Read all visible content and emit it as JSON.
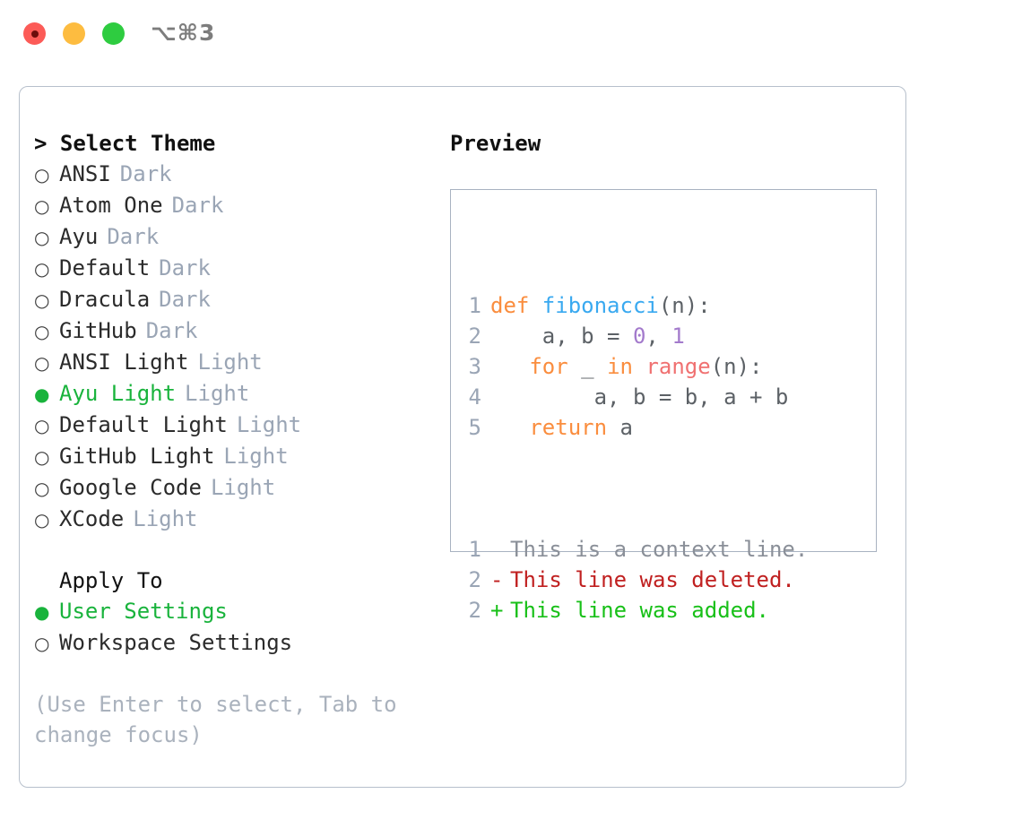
{
  "titlebar": {
    "shortcut": "⌥⌘3",
    "buttons": [
      {
        "name": "close",
        "color": "#fc5b57"
      },
      {
        "name": "minimize",
        "color": "#fdbc40"
      },
      {
        "name": "zoom",
        "color": "#2ecc40"
      }
    ]
  },
  "theme_picker": {
    "header": "> Select Theme",
    "options": [
      {
        "marker": "○",
        "label": "ANSI",
        "kind": "Dark",
        "selected": false
      },
      {
        "marker": "○",
        "label": "Atom One",
        "kind": "Dark",
        "selected": false
      },
      {
        "marker": "○",
        "label": "Ayu",
        "kind": "Dark",
        "selected": false
      },
      {
        "marker": "○",
        "label": "Default",
        "kind": "Dark",
        "selected": false
      },
      {
        "marker": "○",
        "label": "Dracula",
        "kind": "Dark",
        "selected": false
      },
      {
        "marker": "○",
        "label": "GitHub",
        "kind": "Dark",
        "selected": false
      },
      {
        "marker": "○",
        "label": "ANSI Light",
        "kind": "Light",
        "selected": false
      },
      {
        "marker": "●",
        "label": "Ayu Light",
        "kind": "Light",
        "selected": true
      },
      {
        "marker": "○",
        "label": "Default Light",
        "kind": "Light",
        "selected": false
      },
      {
        "marker": "○",
        "label": "GitHub Light",
        "kind": "Light",
        "selected": false
      },
      {
        "marker": "○",
        "label": "Google Code",
        "kind": "Light",
        "selected": false
      },
      {
        "marker": "○",
        "label": "XCode",
        "kind": "Light",
        "selected": false
      }
    ]
  },
  "apply_to": {
    "header": "Apply To",
    "options": [
      {
        "marker": "●",
        "label": "User Settings",
        "selected": true
      },
      {
        "marker": "○",
        "label": "Workspace Settings",
        "selected": false
      }
    ]
  },
  "hint": "(Use Enter to select, Tab to change focus)",
  "preview": {
    "title": "Preview",
    "code_lines": [
      {
        "number": "1",
        "tokens": [
          {
            "text": "def ",
            "type": "kw"
          },
          {
            "text": "fibonacci",
            "type": "fn"
          },
          {
            "text": "(n):",
            "type": "punc"
          }
        ]
      },
      {
        "number": "2",
        "tokens": [
          {
            "text": "    a, b = ",
            "type": "id"
          },
          {
            "text": "0",
            "type": "num"
          },
          {
            "text": ", ",
            "type": "id"
          },
          {
            "text": "1",
            "type": "num"
          }
        ]
      },
      {
        "number": "3",
        "tokens": [
          {
            "text": "   ",
            "type": "id"
          },
          {
            "text": "for",
            "type": "kw"
          },
          {
            "text": " _ ",
            "type": "id"
          },
          {
            "text": "in",
            "type": "kw"
          },
          {
            "text": " ",
            "type": "id"
          },
          {
            "text": "range",
            "type": "call"
          },
          {
            "text": "(n):",
            "type": "punc"
          }
        ]
      },
      {
        "number": "4",
        "tokens": [
          {
            "text": "        a, b = b, a + b",
            "type": "id"
          }
        ]
      },
      {
        "number": "5",
        "tokens": [
          {
            "text": "   ",
            "type": "id"
          },
          {
            "text": "return",
            "type": "kw"
          },
          {
            "text": " a",
            "type": "id"
          }
        ]
      }
    ],
    "diff_lines": [
      {
        "number": "1",
        "mark": " ",
        "text": "This is a context line.",
        "type": "ctx"
      },
      {
        "number": "2",
        "mark": "-",
        "text": "This line was deleted.",
        "type": "del"
      },
      {
        "number": "2",
        "mark": "+",
        "text": "This line was added.",
        "type": "add"
      }
    ]
  },
  "colors": {
    "accent_green": "#19b33c",
    "muted": "#9aa5b5",
    "keyword": "#fa8d3e",
    "function": "#39a9f0",
    "number": "#a37acc",
    "call": "#f07171",
    "diff_add": "#18c018",
    "diff_del": "#c02020",
    "panel_border": "#b7c0cc"
  }
}
